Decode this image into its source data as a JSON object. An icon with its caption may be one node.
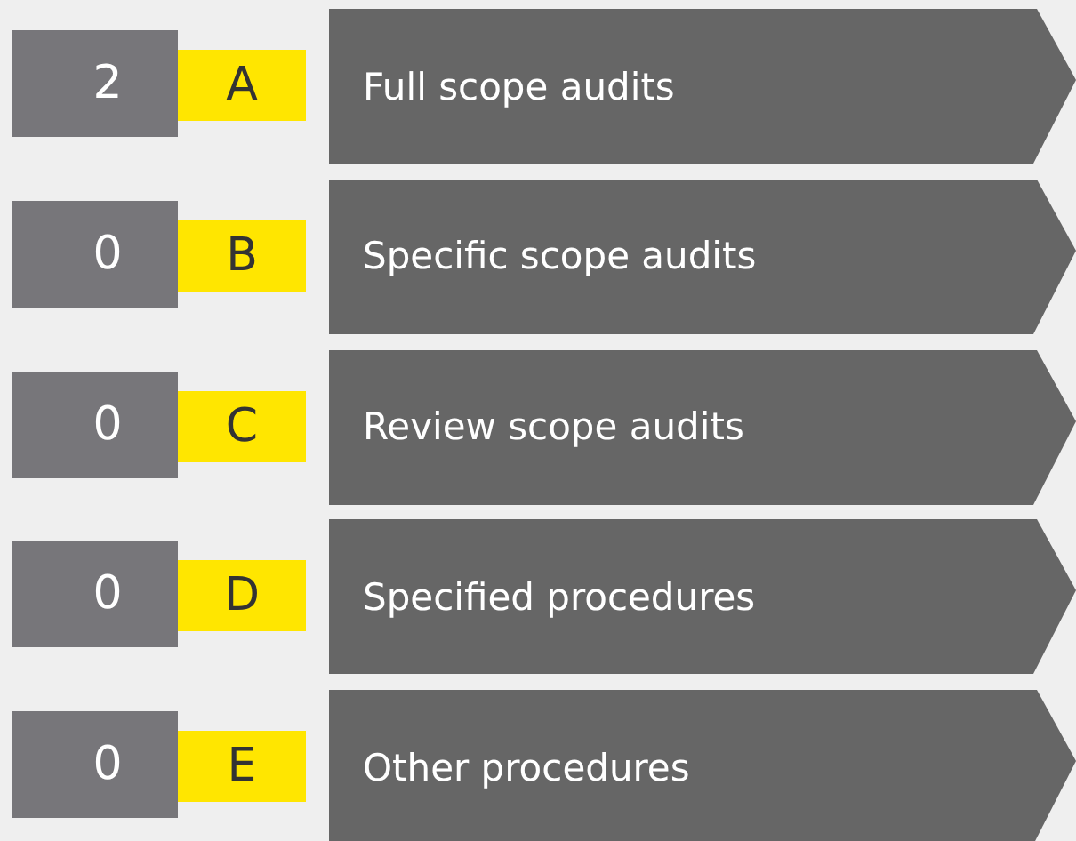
{
  "diagram": {
    "nodes": [
      {
        "text": [
          "2"
        ]
      },
      {
        "text": [
          "A"
        ]
      },
      {
        "text": [
          "Full scope audits"
        ]
      },
      {
        "text": [
          "0"
        ]
      },
      {
        "text": [
          "B"
        ]
      },
      {
        "text": [
          "Specific scope audits"
        ]
      },
      {
        "text": [
          "0"
        ]
      },
      {
        "text": [
          "C"
        ]
      },
      {
        "text": [
          "Review scope audits"
        ]
      },
      {
        "text": [
          "0"
        ]
      },
      {
        "text": [
          "D"
        ]
      },
      {
        "text": [
          "Specified procedures"
        ]
      },
      {
        "text": [
          "0"
        ]
      },
      {
        "text": [
          "E"
        ]
      },
      {
        "text": [
          "Other procedures"
        ]
      }
    ]
  }
}
